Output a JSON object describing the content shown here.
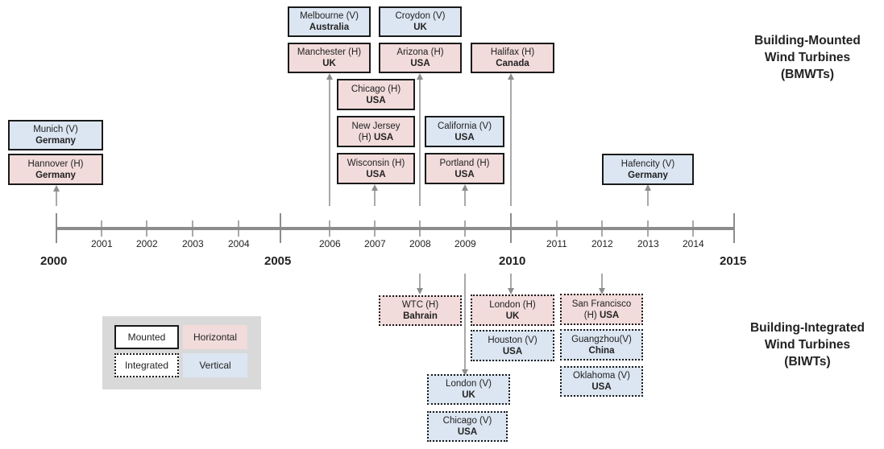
{
  "headings": {
    "top": [
      "Building-Mounted",
      "Wind Turbines",
      "(BMWTs)"
    ],
    "bottom": [
      "Building-Integrated",
      "Wind Turbines",
      "(BIWTs)"
    ]
  },
  "years": {
    "major": [
      "2000",
      "2005",
      "2010",
      "2015"
    ],
    "minor": [
      "2001",
      "2002",
      "2003",
      "2004",
      "2006",
      "2007",
      "2008",
      "2009",
      "2011",
      "2012",
      "2013",
      "2014"
    ]
  },
  "mounted": [
    {
      "city": "Melbourne (V)",
      "country": "Australia"
    },
    {
      "city": "Croydon (V)",
      "country": "UK"
    },
    {
      "city": "Manchester (H)",
      "country": "UK"
    },
    {
      "city": "Arizona (H)",
      "country": "USA"
    },
    {
      "city": "Halifax (H)",
      "country": "Canada"
    },
    {
      "city": "Chicago (H)",
      "country": "USA"
    },
    {
      "city": "New Jersey",
      "line2": "(H)",
      "country": "USA"
    },
    {
      "city": "California (V)",
      "country": "USA"
    },
    {
      "city": "Munich (V)",
      "country": "Germany"
    },
    {
      "city": "Hannover (H)",
      "country": "Germany"
    },
    {
      "city": "Wisconsin (H)",
      "country": "USA"
    },
    {
      "city": "Portland (H)",
      "country": "USA"
    },
    {
      "city": "Hafencity (V)",
      "country": "Germany"
    }
  ],
  "integrated": [
    {
      "city": "WTC (H)",
      "country": "Bahrain"
    },
    {
      "city": "London (H)",
      "country": "UK"
    },
    {
      "city": "San Francisco",
      "line2": "(H)",
      "country": "USA"
    },
    {
      "city": "Houston (V)",
      "country": "USA"
    },
    {
      "city": "Guangzhou(V)",
      "country": "China"
    },
    {
      "city": "London (V)",
      "country": "UK"
    },
    {
      "city": "Oklahoma (V)",
      "country": "USA"
    },
    {
      "city": "Chicago (V)",
      "country": "USA"
    }
  ],
  "legend": {
    "mounted": "Mounted",
    "integrated": "Integrated",
    "horizontal": "Horizontal",
    "vertical": "Vertical"
  },
  "colors": {
    "horizontal": "#f2dbdb",
    "vertical": "#dce6f2",
    "timeline": "#8c8c8c",
    "legend_bg": "#d9d9d9"
  }
}
